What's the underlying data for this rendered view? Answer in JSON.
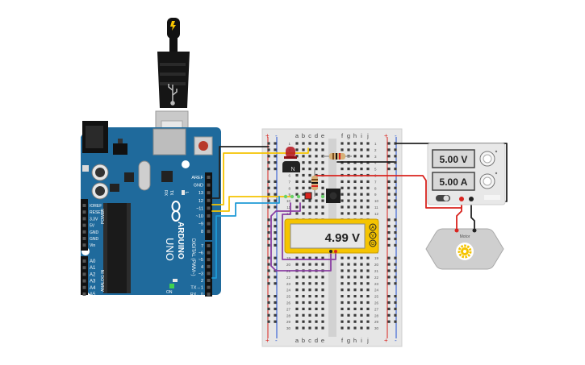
{
  "arduino": {
    "logo": "ARDUINO",
    "model": "UNO",
    "reset_label": "RESET",
    "power_header_labels": [
      "IOREF",
      "RESET",
      "3.3V",
      "5V",
      "GND",
      "GND",
      "Vin"
    ],
    "analog_header_labels": [
      "A0",
      "A1",
      "A2",
      "A3",
      "A4",
      "A5"
    ],
    "digital_header_labels": [
      "AREF",
      "GND",
      "13",
      "12",
      "~11",
      "~10",
      "~9",
      "8",
      "7",
      "~6",
      "~5",
      "4",
      "~3",
      "2",
      "TX→1",
      "RX←0"
    ],
    "power_group_label": "POWER",
    "analog_group_label": "ANALOG IN",
    "digital_group_label": "DIGITAL (PWM~)",
    "tx_label": "TX",
    "rx_label": "RX",
    "l_label": "L",
    "on_label": "ON"
  },
  "breadboard": {
    "column_letters": [
      "a",
      "b",
      "c",
      "d",
      "e",
      "f",
      "g",
      "h",
      "i",
      "j"
    ],
    "plus": "+",
    "minus": "-",
    "row_numbers": [
      "1",
      "2",
      "3",
      "4",
      "5",
      "6",
      "7",
      "8",
      "9",
      "10",
      "11",
      "12",
      "13",
      "14",
      "15",
      "16",
      "17",
      "18",
      "19",
      "20",
      "21",
      "22",
      "23",
      "24",
      "25",
      "26",
      "27",
      "28",
      "29",
      "30"
    ]
  },
  "transistor_label": "N",
  "multimeter": {
    "reading": "4.99 V",
    "modes": [
      "A",
      "V",
      "Ω"
    ]
  },
  "power_supply": {
    "voltage": "5.00 V",
    "current": "5.00 A"
  },
  "motor_label": "Motor",
  "colors": {
    "board": "#1f6a9c",
    "breadboard": "#e6e6e6",
    "wire_yellow": "#f5c400",
    "wire_blue": "#1f9ad6",
    "wire_red": "#d9241f",
    "wire_purple": "#8a3fa3",
    "wire_black": "#222222",
    "meter": "#f5c400"
  }
}
